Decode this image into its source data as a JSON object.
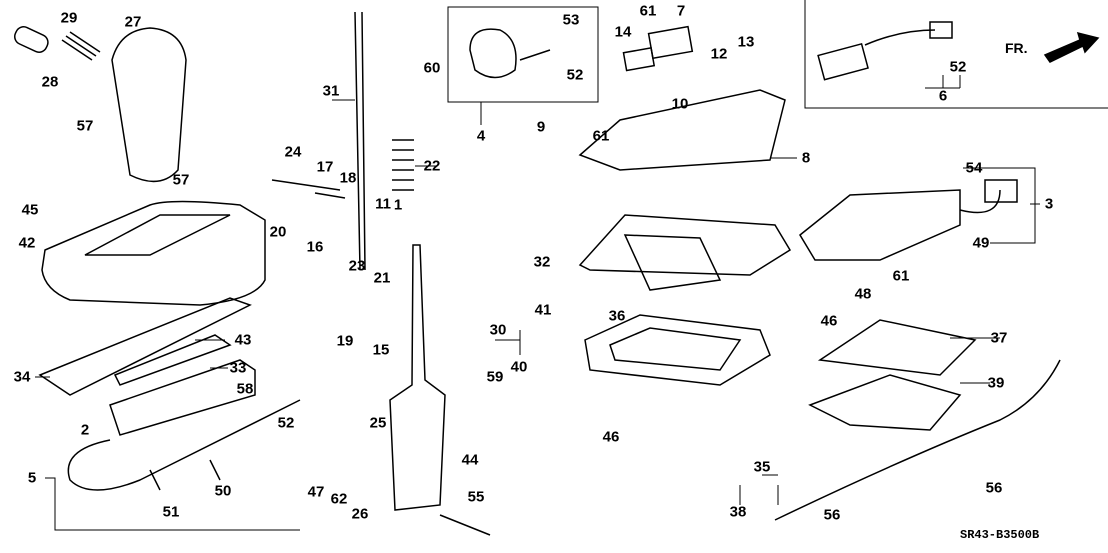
{
  "diagram": {
    "part_labels": [
      "29",
      "27",
      "28",
      "57",
      "57",
      "45",
      "42",
      "31",
      "24",
      "17",
      "18",
      "22",
      "11",
      "1",
      "20",
      "16",
      "23",
      "21",
      "43",
      "34",
      "33",
      "58",
      "52",
      "2",
      "5",
      "51",
      "50",
      "19",
      "15",
      "25",
      "47",
      "62",
      "26",
      "55",
      "30",
      "41",
      "40",
      "59",
      "44",
      "36",
      "32",
      "46",
      "46",
      "37",
      "39",
      "35",
      "38",
      "56",
      "56",
      "60",
      "53",
      "52",
      "4",
      "14",
      "61",
      "7",
      "12",
      "13",
      "10",
      "9",
      "61",
      "8",
      "54",
      "3",
      "49",
      "48",
      "61",
      "52",
      "6"
    ],
    "direction_label": "FR.",
    "drawing_code": "SR43-B3500B"
  },
  "colors": {
    "line": "#000000",
    "background": "#ffffff"
  }
}
